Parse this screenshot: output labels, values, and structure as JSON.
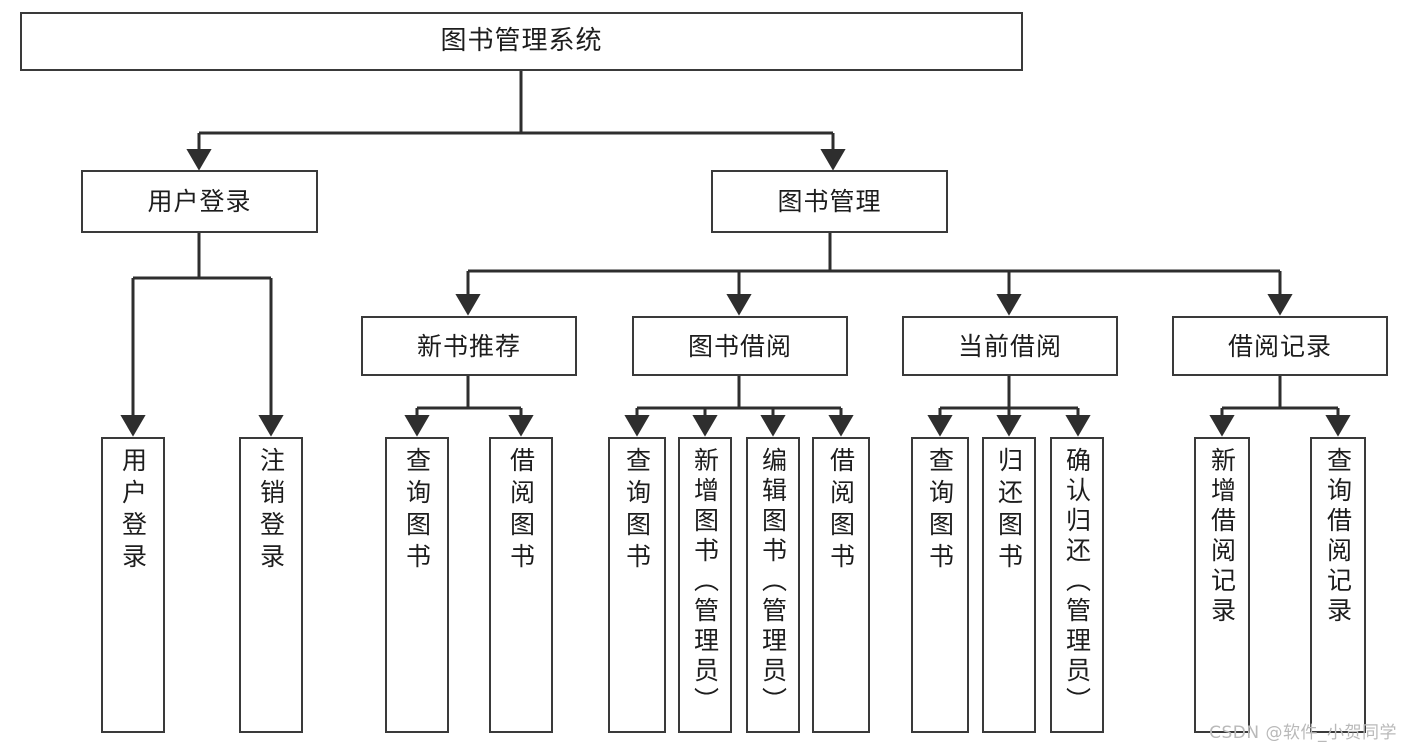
{
  "diagram": {
    "title": "图书管理系统",
    "type": "tree-hierarchy",
    "watermark": "CSDN @软件_小贺同学",
    "colors": {
      "box_border": "#3a3a3a",
      "box_fill": "#ffffff",
      "line": "#2e2e2e",
      "text": "#1d1d1d",
      "watermark": "#b9b9b9"
    }
  },
  "nodes": {
    "root": {
      "label": "图书管理系统"
    },
    "level2": [
      {
        "id": "user-login",
        "label": "用户登录"
      },
      {
        "id": "book-manage",
        "label": "图书管理"
      }
    ],
    "level3": [
      {
        "id": "new-book-recommend",
        "label": "新书推荐"
      },
      {
        "id": "book-borrow",
        "label": "图书借阅"
      },
      {
        "id": "current-borrow",
        "label": "当前借阅"
      },
      {
        "id": "borrow-record",
        "label": "借阅记录"
      }
    ],
    "leaves": {
      "user_login": [
        {
          "id": "leaf-user-login",
          "label": "用户登录"
        },
        {
          "id": "leaf-logout-login",
          "label": "注销登录"
        }
      ],
      "new_book_recommend": [
        {
          "id": "leaf-query-book-1",
          "label": "查询图书"
        },
        {
          "id": "leaf-borrow-book-1",
          "label": "借阅图书"
        }
      ],
      "book_borrow": [
        {
          "id": "leaf-query-book-2",
          "label": "查询图书"
        },
        {
          "id": "leaf-add-book-admin",
          "label": "新增图书（管理员）"
        },
        {
          "id": "leaf-edit-book-admin",
          "label": "编辑图书（管理员）"
        },
        {
          "id": "leaf-borrow-book-2",
          "label": "借阅图书"
        }
      ],
      "current_borrow": [
        {
          "id": "leaf-query-book-3",
          "label": "查询图书"
        },
        {
          "id": "leaf-return-book",
          "label": "归还图书"
        },
        {
          "id": "leaf-confirm-return-admin",
          "label": "确认归还（管理员）"
        }
      ],
      "borrow_record": [
        {
          "id": "leaf-add-borrow-record",
          "label": "新增借阅记录"
        },
        {
          "id": "leaf-query-borrow-record",
          "label": "查询借阅记录"
        }
      ]
    }
  }
}
